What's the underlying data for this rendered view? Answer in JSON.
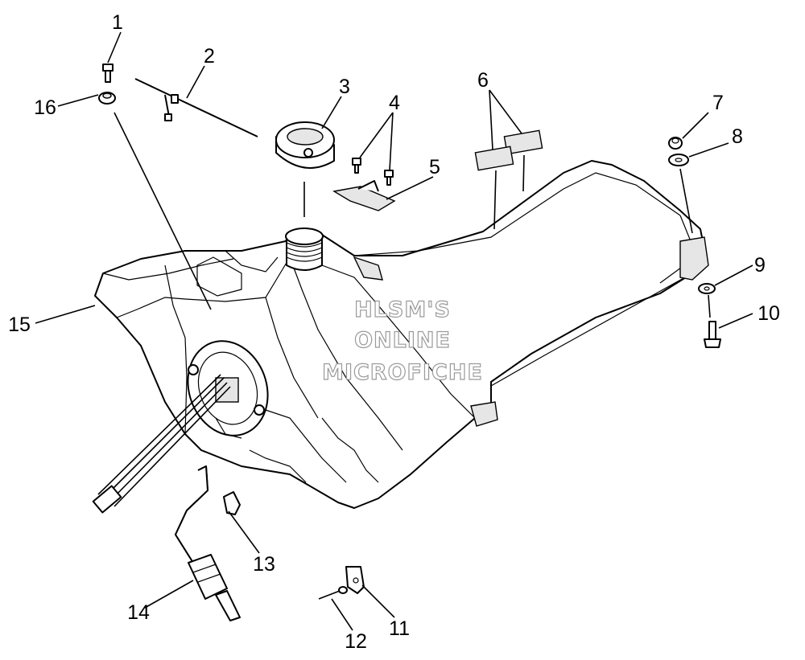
{
  "callouts": [
    {
      "id": "1",
      "label": "1"
    },
    {
      "id": "2",
      "label": "2"
    },
    {
      "id": "3",
      "label": "3"
    },
    {
      "id": "4",
      "label": "4"
    },
    {
      "id": "5",
      "label": "5"
    },
    {
      "id": "6",
      "label": "6"
    },
    {
      "id": "7",
      "label": "7"
    },
    {
      "id": "8",
      "label": "8"
    },
    {
      "id": "9",
      "label": "9"
    },
    {
      "id": "10",
      "label": "10"
    },
    {
      "id": "11",
      "label": "11"
    },
    {
      "id": "12",
      "label": "12"
    },
    {
      "id": "13",
      "label": "13"
    },
    {
      "id": "14",
      "label": "14"
    },
    {
      "id": "15",
      "label": "15"
    },
    {
      "id": "16",
      "label": "16"
    }
  ],
  "watermark": [
    "HLSM'S",
    "ONLINE",
    "MICROFICHE"
  ]
}
